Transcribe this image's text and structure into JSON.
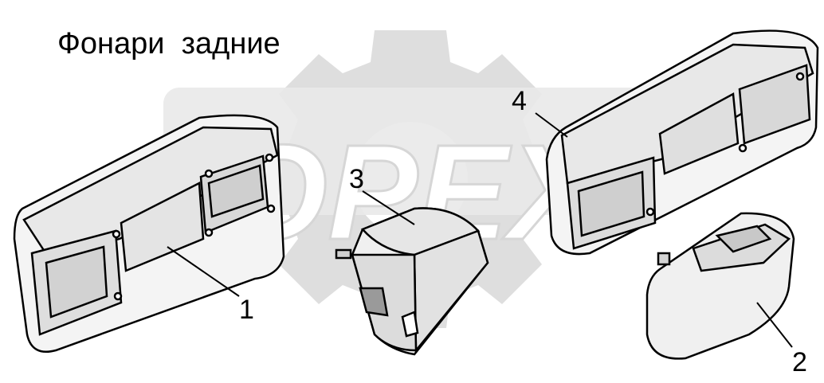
{
  "title": "Фонари  задние",
  "watermark": {
    "text": "OPEX",
    "color": "#d6d6d6"
  },
  "callouts": {
    "c1": "1",
    "c2": "2",
    "c3": "3",
    "c4": "4"
  },
  "colors": {
    "line": "#000000",
    "fill_light": "#ececec",
    "fill_mid": "#dcdcdc",
    "background": "#ffffff"
  }
}
